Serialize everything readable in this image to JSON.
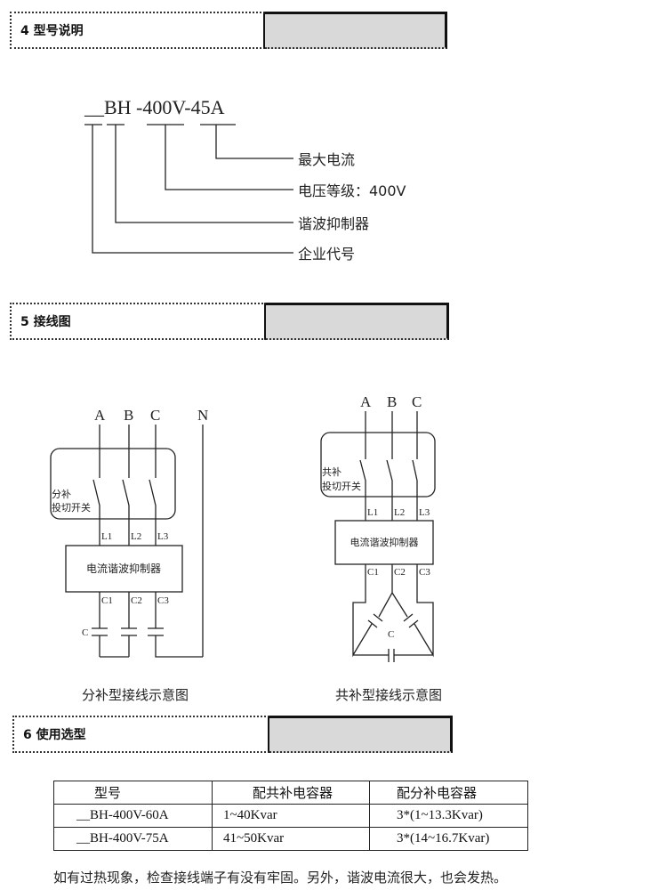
{
  "sections": [
    {
      "title": "4 型号说明"
    },
    {
      "title": "5 接线图"
    },
    {
      "title": "6 使用选型"
    }
  ],
  "model": {
    "code": "__BH -400V-45A",
    "labels": [
      "最大电流",
      "电压等级：400V",
      "谐波抑制器",
      "企业代号"
    ]
  },
  "diagram1": {
    "phases": [
      "A",
      "B",
      "C",
      "N"
    ],
    "switch_label_1": "分补",
    "switch_label_2": "投切开关",
    "terminals_in": [
      "L1",
      "L2",
      "L3"
    ],
    "device": "电流谐波抑制器",
    "terminals_out": [
      "C1",
      "C2",
      "C3"
    ],
    "cap": "C",
    "caption": "分补型接线示意图"
  },
  "diagram2": {
    "phases": [
      "A",
      "B",
      "C"
    ],
    "switch_label_1": "共补",
    "switch_label_2": "投切开关",
    "terminals_in": [
      "L1",
      "L2",
      "L3"
    ],
    "device": "电流谐波抑制器",
    "terminals_out": [
      "C1",
      "C2",
      "C3"
    ],
    "cap": "C",
    "caption": "共补型接线示意图"
  },
  "table": {
    "headers": [
      "型号",
      "配共补电容器",
      "配分补电容器"
    ],
    "rows": [
      [
        "__BH-400V-60A",
        "1~40Kvar",
        "3*(1~13.3Kvar)"
      ],
      [
        "__BH-400V-75A",
        "41~50Kvar",
        "3*(14~16.7Kvar)"
      ]
    ]
  },
  "note": "如有过热现象，检查接线端子有没有牢固。另外，谐波电流很大，也会发热。"
}
